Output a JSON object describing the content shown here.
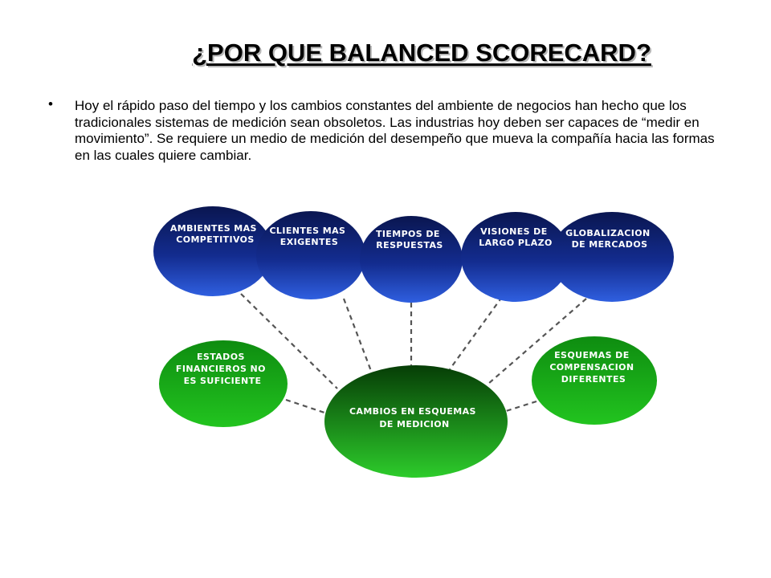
{
  "slide": {
    "title": "¿POR QUE BALANCED SCORECARD?",
    "bullet_marker": "•",
    "body": "Hoy el rápido paso del tiempo y los cambios constantes del ambiente de negocios han hecho que los tradicionales sistemas de medición sean obsoletos.  Las industrias hoy deben ser capaces de “medir en movimiento”.  Se requiere un medio de medición del desempeño que mueva la compañía hacia las formas en las cuales quiere cambiar."
  },
  "diagram": {
    "colors": {
      "blue_top": "#0a1650",
      "blue_mid": "#132c8f",
      "blue_bottom": "#2f5fe0",
      "green_top": "#0e8c10",
      "green_bottom": "#22c41f",
      "center_top": "#063d06",
      "center_bottom": "#2dcc2b",
      "connector": "#555555"
    },
    "top_nodes": [
      {
        "label_line1": "AMBIENTES MAS",
        "label_line2": "COMPETITIVOS"
      },
      {
        "label_line1": "CLIENTES MAS",
        "label_line2": "EXIGENTES"
      },
      {
        "label_line1": "TIEMPOS DE",
        "label_line2": "RESPUESTAS"
      },
      {
        "label_line1": "VISIONES DE",
        "label_line2": "LARGO PLAZO"
      },
      {
        "label_line1": "GLOBALIZACION",
        "label_line2": "DE MERCADOS"
      }
    ],
    "left_node": {
      "label_line1": "ESTADOS",
      "label_line2": "FINANCIEROS NO",
      "label_line3": "ES SUFICIENTE"
    },
    "right_node": {
      "label_line1": "ESQUEMAS DE",
      "label_line2": "COMPENSACION",
      "label_line3": "DIFERENTES"
    },
    "center_node": {
      "label_line1": "CAMBIOS EN ESQUEMAS",
      "label_line2": "DE MEDICION"
    }
  }
}
